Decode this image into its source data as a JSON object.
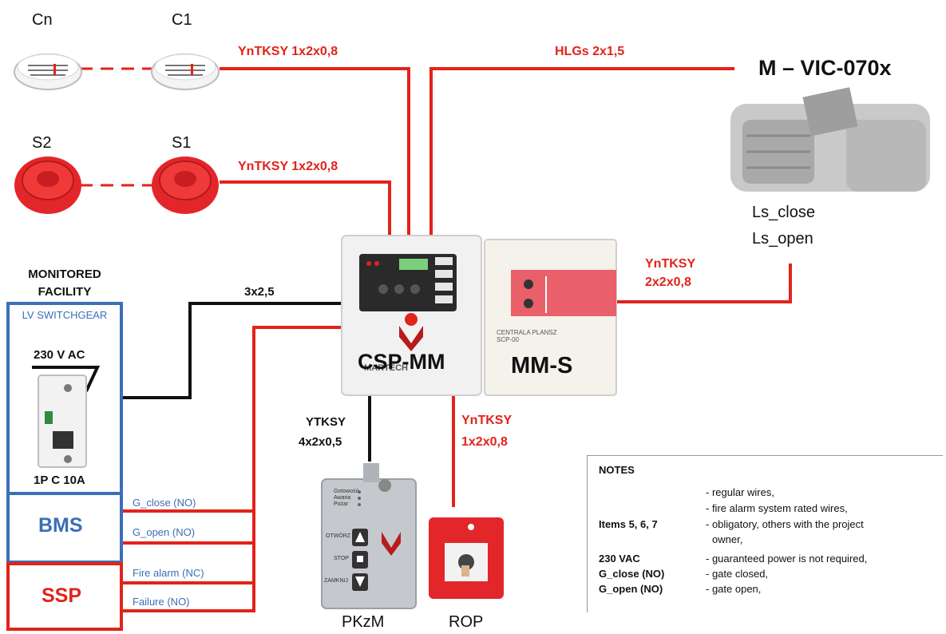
{
  "labels": {
    "cn": "Cn",
    "c1": "C1",
    "s2": "S2",
    "s1": "S1",
    "vic": "M – VIC-070x",
    "ls_close": "Ls_close",
    "ls_open": "Ls_open",
    "monitored_facility": "MONITORED FACILITY",
    "lv_switchgear": "LV SWITCHGEAR",
    "voltage": "230 V AC",
    "breaker": "1P C 10A",
    "bms": "BMS",
    "ssp": "SSP",
    "csp_mm": "CSP-MM",
    "mm_s": "MM-S",
    "pkzm": "PKzM",
    "rop": "ROP",
    "csp_brand": "MARTECH",
    "mms_panel_text": "CENTRALA PLANSZ SCP-00",
    "pkzm_up": "OTWÓRZ",
    "pkzm_stop": "STOP",
    "pkzm_down": "ZAMKNIJ",
    "pkzm_status1": "Gotowość",
    "pkzm_status2": "Awaria",
    "pkzm_status3": "Pożar"
  },
  "cables": {
    "c1_cable": "YnTKSY 1x2x0,8",
    "s1_cable": "YnTKSY 1x2x0,8",
    "vic_power": "HLGs 2x1,5",
    "mms_line1": "YnTKSY",
    "mms_line2": "2x2x0,8",
    "power_cable": "3x2,5",
    "pkzm_line1": "YTKSY",
    "pkzm_line2": "4x2x0,5",
    "rop_line1": "YnTKSY",
    "rop_line2": "1x2x0,8"
  },
  "signals": {
    "g_close": "G_close (NO)",
    "g_open": "G_open (NO)",
    "fire_alarm": "Fire alarm (NC)",
    "failure": "Failure (NO)"
  },
  "notes": {
    "title": "NOTES",
    "regular_wires": "- regular wires,",
    "fire_wires": "- fire alarm system rated wires,",
    "items_key": "Items 5, 6, 7",
    "items_val1": "- obligatory, others with the project",
    "items_val2": "owner,",
    "vac_key": "230 VAC",
    "vac_val": "- guaranteed power is not required,",
    "gclose_key": "G_close (NO)",
    "gclose_val": "- gate closed,",
    "gopen_key": "G_open (NO)",
    "gopen_val": "- gate open,"
  },
  "colors": {
    "fire_wire": "#e2231a",
    "regular_wire": "#111111",
    "bms_blue": "#3b6fb6",
    "ssp_red": "#e2231a"
  }
}
